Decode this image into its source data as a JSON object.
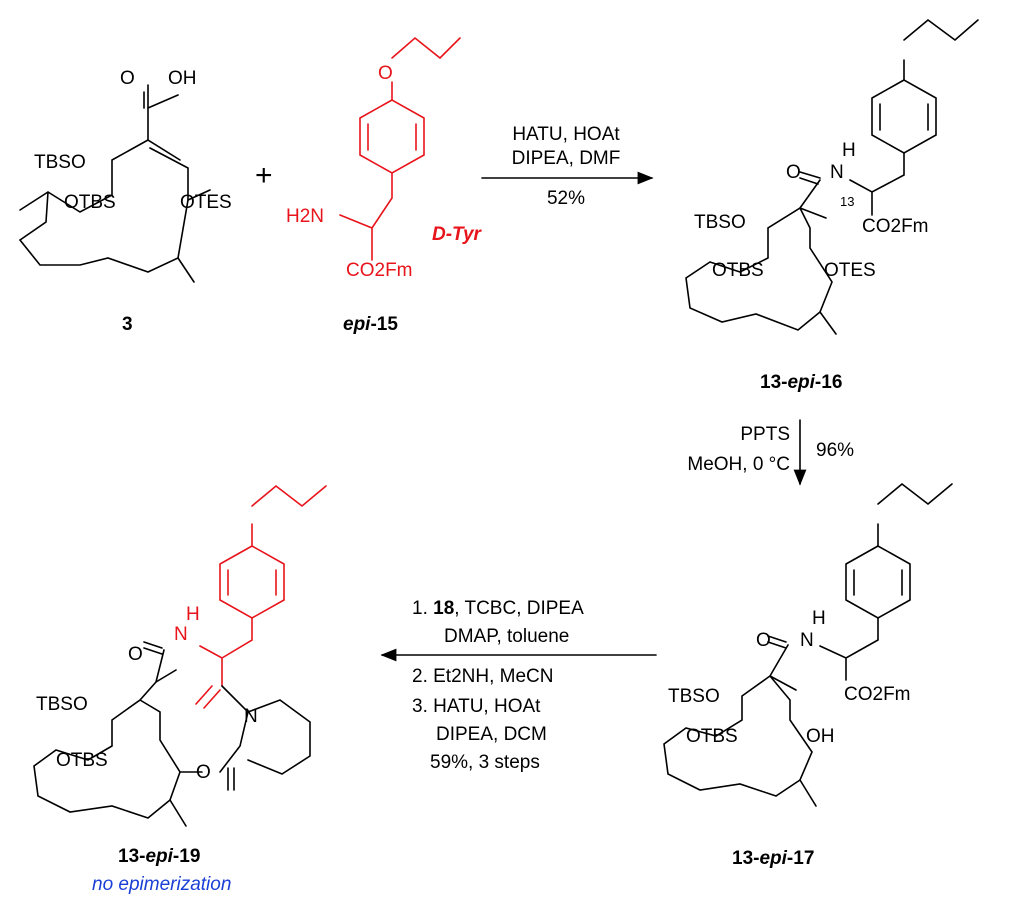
{
  "compounds": {
    "c3": {
      "label": "3",
      "groups": [
        "OH",
        "O",
        "TBSO",
        "OTBS",
        "OTES"
      ]
    },
    "epi15": {
      "label_italic": "epi",
      "label_rest": "-15",
      "amine": "H2N",
      "ester": "CO2Fm",
      "tag": "D-Tyr",
      "ether": "O"
    },
    "epi16": {
      "label_prefix": "13-",
      "label_italic": "epi",
      "label_rest": "-16",
      "groups": [
        "O",
        "N",
        "H",
        "13",
        "CO2Fm",
        "TBSO",
        "OTBS",
        "OTES"
      ]
    },
    "epi17": {
      "label_prefix": "13-",
      "label_italic": "epi",
      "label_rest": "-17",
      "groups": [
        "O",
        "N",
        "H",
        "CO2Fm",
        "TBSO",
        "OTBS",
        "OH"
      ]
    },
    "epi19": {
      "label_prefix": "13-",
      "label_italic": "epi",
      "label_rest": "-19",
      "note": "no epimerization",
      "groups": [
        "O",
        "N",
        "H",
        "TBSO",
        "OTBS",
        "O",
        "N"
      ]
    }
  },
  "plus": "+",
  "steps": {
    "s1": {
      "line1": "HATU, HOAt",
      "line2": "DIPEA, DMF",
      "yield": "52%"
    },
    "s2": {
      "line1": "PPTS",
      "line2": "MeOH, 0 °C",
      "yield": "96%"
    },
    "s3": {
      "l1_num": "1. ",
      "l1_bold": "18",
      "l1_rest": ", TCBC, DIPEA",
      "l2": "DMAP, toluene",
      "l3": "2. Et2NH, MeCN",
      "l4": "3. HATU, HOAt",
      "l5": "DIPEA, DCM",
      "l6": "59%, 3 steps"
    }
  },
  "colors": {
    "highlight": "#e8141b",
    "note": "#1a3fd6"
  }
}
